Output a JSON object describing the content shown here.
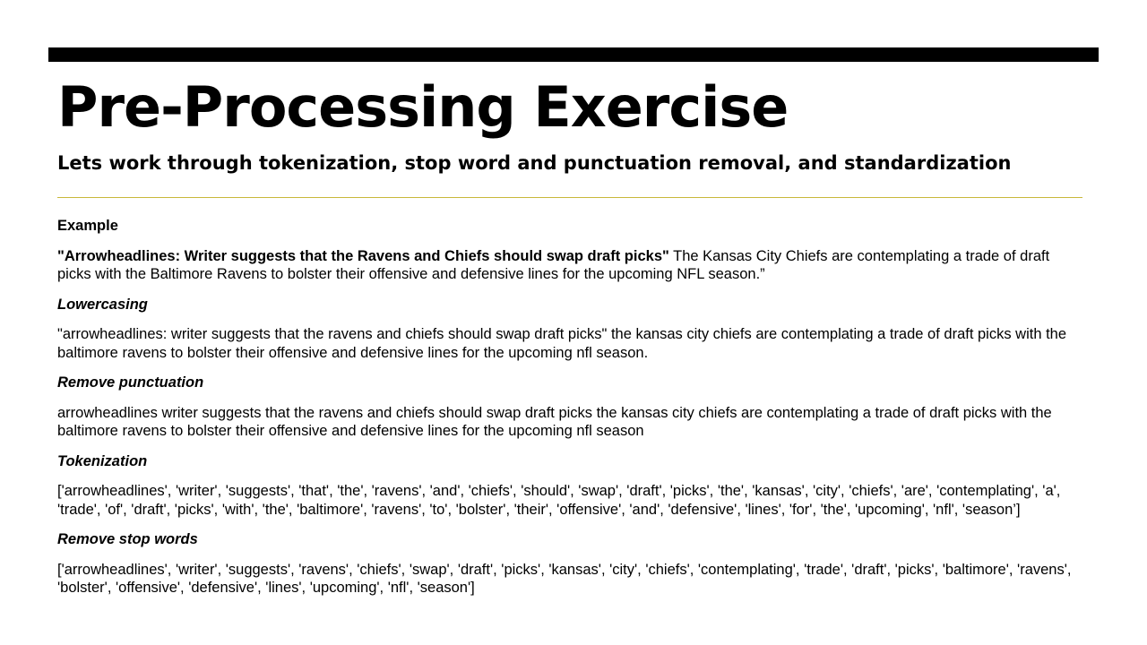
{
  "slide": {
    "title": "Pre-Processing Exercise",
    "subtitle": "Lets work through tokenization, stop word and punctuation removal, and standardization"
  },
  "sections": {
    "example": {
      "heading": "Example",
      "headline_bold": "\"Arrowheadlines: Writer suggests that the Ravens and Chiefs should swap draft picks\"",
      "body": " The Kansas City Chiefs are contemplating a trade of draft picks with the Baltimore Ravens to bolster their offensive and defensive lines for the upcoming NFL season.”"
    },
    "lowercasing": {
      "heading": "Lowercasing",
      "text": "\"arrowheadlines: writer suggests that the ravens and chiefs should swap draft picks\" the kansas city chiefs are contemplating a trade of draft picks with the baltimore ravens to bolster their offensive and defensive lines for the upcoming nfl season."
    },
    "remove_punctuation": {
      "heading": "Remove punctuation",
      "text": "arrowheadlines writer suggests that the ravens and chiefs should swap draft picks the kansas city chiefs are contemplating a trade of draft picks with the baltimore ravens to bolster their offensive and defensive lines for the upcoming nfl season"
    },
    "tokenization": {
      "heading": "Tokenization",
      "text": "['arrowheadlines', 'writer', 'suggests', 'that', 'the', 'ravens', 'and', 'chiefs', 'should', 'swap', 'draft', 'picks', 'the', 'kansas', 'city', 'chiefs', 'are', 'contemplating', 'a', 'trade', 'of', 'draft', 'picks', 'with', 'the', 'baltimore', 'ravens', 'to', 'bolster', 'their', 'offensive', 'and', 'defensive', 'lines', 'for', 'the', 'upcoming', 'nfl', 'season’]"
    },
    "remove_stop_words": {
      "heading": "Remove stop words",
      "text": "['arrowheadlines', 'writer', 'suggests', 'ravens', 'chiefs', 'swap', 'draft', 'picks', 'kansas', 'city', 'chiefs', 'contemplating', 'trade', 'draft', 'picks', 'baltimore', 'ravens', 'bolster', 'offensive', 'defensive', 'lines', 'upcoming', 'nfl', 'season']"
    }
  }
}
